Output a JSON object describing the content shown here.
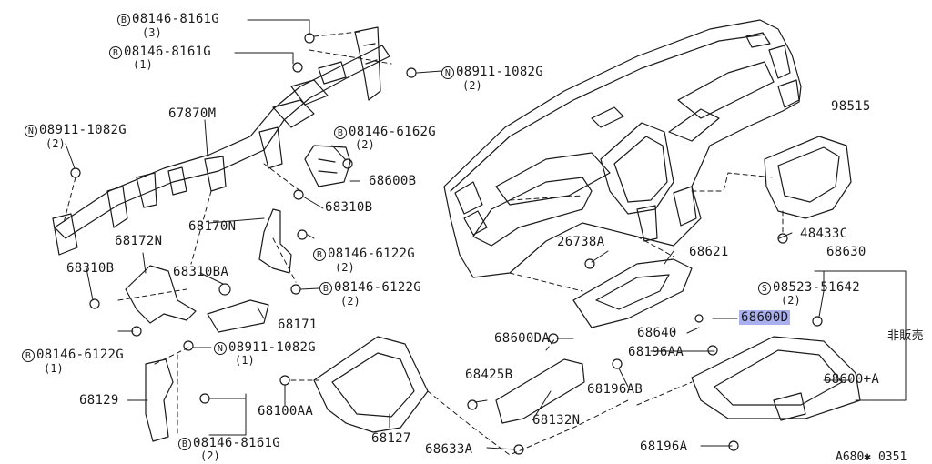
{
  "colors": {
    "line": "#1a1a1a",
    "highlight": "#aab0ee",
    "background": "#ffffff"
  },
  "labels": {
    "p08146_8161G_3": {
      "prefix": "B",
      "code": "08146-8161G",
      "qty": "(3)"
    },
    "p08146_8161G_1": {
      "prefix": "B",
      "code": "08146-8161G",
      "qty": "(1)"
    },
    "p08911_1082G_2a": {
      "prefix": "N",
      "code": "08911-1082G",
      "qty": "(2)"
    },
    "p67870M": {
      "code": "67870M"
    },
    "p08911_1082G_2b": {
      "prefix": "N",
      "code": "08911-1082G",
      "qty": "(2)"
    },
    "p08146_6162G_2": {
      "prefix": "B",
      "code": "08146-6162G",
      "qty": "(2)"
    },
    "p68600B": {
      "code": "68600B"
    },
    "p68310B_a": {
      "code": "68310B"
    },
    "p68170N": {
      "code": "68170N"
    },
    "p68172N": {
      "code": "68172N"
    },
    "p08146_6122G_2a": {
      "prefix": "B",
      "code": "08146-6122G",
      "qty": "(2)"
    },
    "p68310B_b": {
      "code": "68310B"
    },
    "p68310BA": {
      "code": "68310BA"
    },
    "p08146_6122G_2b": {
      "prefix": "B",
      "code": "08146-6122G",
      "qty": "(2)"
    },
    "p68171": {
      "code": "68171"
    },
    "p08146_6122G_1": {
      "prefix": "B",
      "code": "08146-6122G",
      "qty": "(1)"
    },
    "p08911_1082G_1": {
      "prefix": "N",
      "code": "08911-1082G",
      "qty": "(1)"
    },
    "p68129": {
      "code": "68129"
    },
    "p68100AA": {
      "code": "68100AA"
    },
    "p08146_8161G_2": {
      "prefix": "B",
      "code": "08146-8161G",
      "qty": "(2)"
    },
    "p68127": {
      "code": "68127"
    },
    "p98515": {
      "code": "98515"
    },
    "p48433C": {
      "code": "48433C"
    },
    "p26738A": {
      "code": "26738A"
    },
    "p68621": {
      "code": "68621"
    },
    "p68630": {
      "code": "68630"
    },
    "p08523_51642": {
      "prefix": "S",
      "code": "08523-51642",
      "qty": "(2)"
    },
    "p68600D": {
      "code": "68600D"
    },
    "p68640": {
      "code": "68640"
    },
    "p68196AA": {
      "code": "68196AA"
    },
    "p68600DA": {
      "code": "68600DA"
    },
    "p68425B": {
      "code": "68425B"
    },
    "p68196AB": {
      "code": "68196AB"
    },
    "p68600A": {
      "code": "68600+A"
    },
    "p68132N": {
      "code": "68132N"
    },
    "p68633A": {
      "code": "68633A"
    },
    "p68196A": {
      "code": "68196A"
    },
    "notForSale": {
      "code": "非販売"
    }
  },
  "figure_ref": "A680✱ 0351"
}
